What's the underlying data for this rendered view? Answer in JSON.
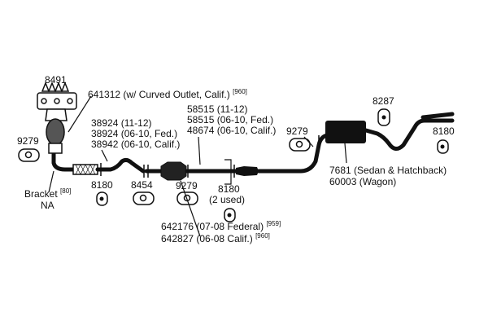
{
  "labels": {
    "p8491": "8491",
    "p641312": "641312 (w/ Curved Outlet, Calif.)",
    "p641312_ref": "[960]",
    "p9279_left": "9279",
    "p38924_a": "38924 (11-12)",
    "p38924_b": "38924 (06-10, Fed.)",
    "p38942": "38942 (06-10, Calif.)",
    "bracket": "Bracket",
    "bracket_ref": "[80]",
    "bracket_na": "NA",
    "p8180_a": "8180",
    "p8454": "8454",
    "p9279_mid": "9279",
    "p58515_a": "58515 (11-12)",
    "p58515_b": "58515 (06-10, Fed.)",
    "p48674": "48674 (06-10, Calif.)",
    "p8180_b": "8180",
    "p8180_b_note": "(2 used)",
    "p642176": "642176 (07-08 Federal)",
    "p642176_ref": "[959]",
    "p642827": "642827 (06-08 Calif.)",
    "p642827_ref": "[960]",
    "p9279_right": "9279",
    "p8287": "8287",
    "p8180_c": "8180",
    "p7681": "7681 (Sedan & Hatchback)",
    "p60003": "60003 (Wagon)"
  }
}
